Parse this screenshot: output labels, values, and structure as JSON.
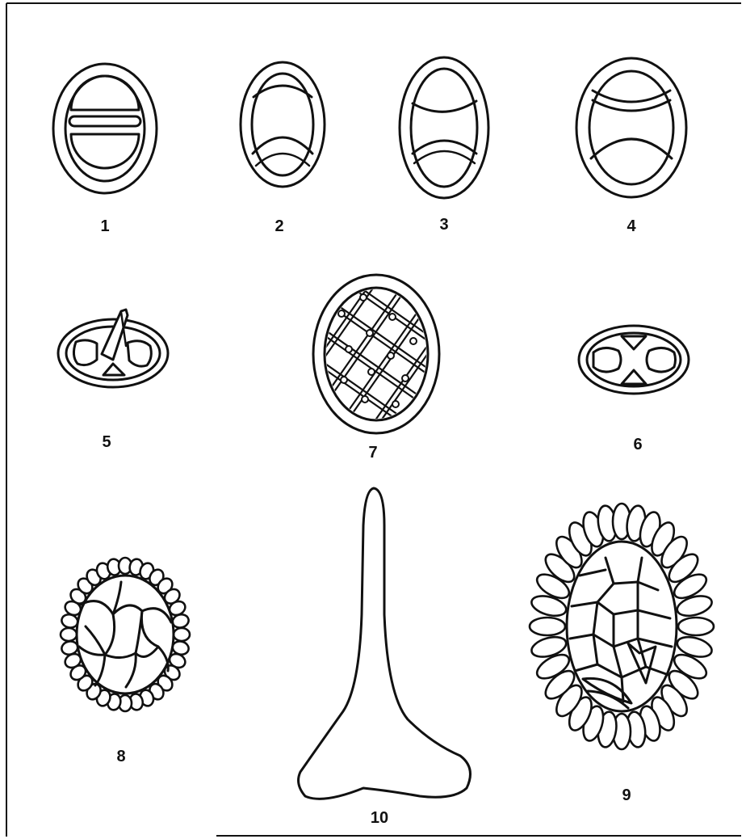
{
  "figure": {
    "labels": {
      "fig1": "1",
      "fig2": "2",
      "fig3": "3",
      "fig4": "4",
      "fig5": "5",
      "fig6": "6",
      "fig7": "7",
      "fig8": "8",
      "fig9": "9",
      "fig10": "10"
    }
  }
}
